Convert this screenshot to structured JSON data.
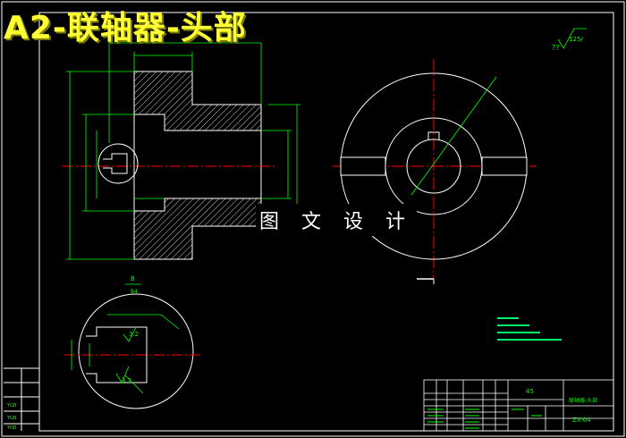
{
  "title": "A2-联轴器-头部",
  "watermark": "图 文 设 计",
  "colors": {
    "background": "#000000",
    "outline": "#ffffff",
    "dimension": "#00ff00",
    "centerline": "#ff0000",
    "title_yellow": "#ffff33",
    "tech_note": "#00ff66",
    "title_block": "#ffffff"
  },
  "labels": {
    "roughness_tr": "125/",
    "roughness_tr_q": "??",
    "title_block_material": "45",
    "title_block_name": "联轴器-头部",
    "title_block_code": "ZX-04",
    "section_label_top": "B",
    "section_label_bottom": "B4",
    "detail_roughness_1": "3.2",
    "detail_roughness_2": "3.2",
    "side_label_a": "YGB",
    "side_label_b": "YGB",
    "side_label_c": "YGB"
  }
}
